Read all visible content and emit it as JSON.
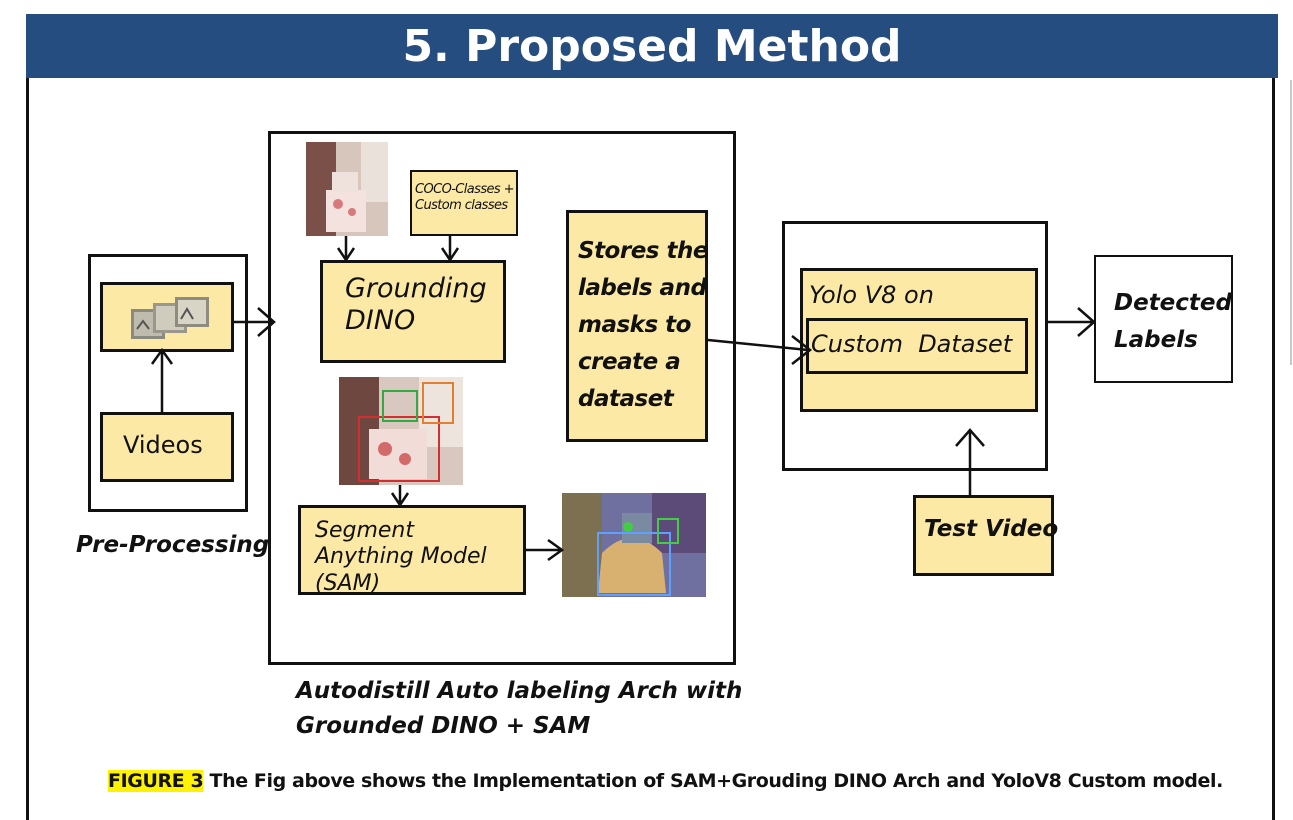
{
  "header": {
    "title": "5. Proposed Method"
  },
  "preprocessing": {
    "videos_label": "Videos",
    "section_label": "Pre-Processing"
  },
  "autodistill": {
    "classes_label": "COCO-Classes + Custom classes",
    "grounding_label": "Grounding DINO",
    "sam_label": "Segment Anything Model (SAM)",
    "section_label": "Autodistill Auto labeling Arch with Grounded DINO + SAM"
  },
  "stores": {
    "label": "Stores the labels and masks to create a dataset"
  },
  "yolo": {
    "title": "Yolo V8 on",
    "dataset": "Custom  Dataset",
    "test_video": "Test Video"
  },
  "output": {
    "label": "Detected Labels"
  },
  "caption": {
    "tag": "FIGURE 3",
    "text": " The Fig above shows the Implementation of  SAM+Grouding DINO Arch and YoloV8 Custom model."
  },
  "colors": {
    "banner": "#264d80",
    "box_fill": "#fde9a6",
    "highlight": "#fff200"
  }
}
